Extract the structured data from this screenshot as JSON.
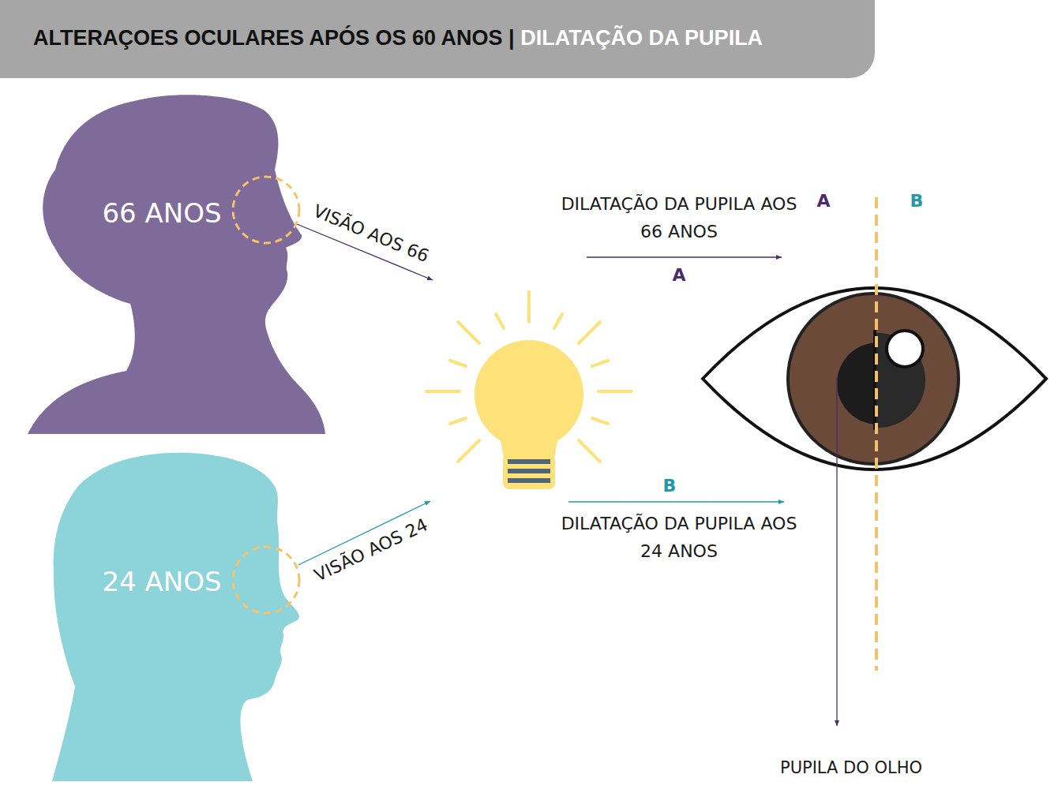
{
  "diagram": {
    "title": "ALTERAÇOES OCULARES APÓS OS 60 ANOS | DILATAÇÃO DA PUPILA",
    "nodes": [
      {
        "text": [
          "66 ANOS"
        ]
      },
      {
        "text": [
          "24 ANOS"
        ]
      }
    ],
    "labels": [
      "DILATAÇÃO DA PUPILA AOS 66 ANOS",
      "A",
      "B",
      "VISÃO AOS 66",
      "A",
      "B",
      "DILATAÇÃO DA PUPILA AOS 24 ANOS",
      "VISÃO AOS 24",
      "PUPILA DO OLHO"
    ]
  }
}
